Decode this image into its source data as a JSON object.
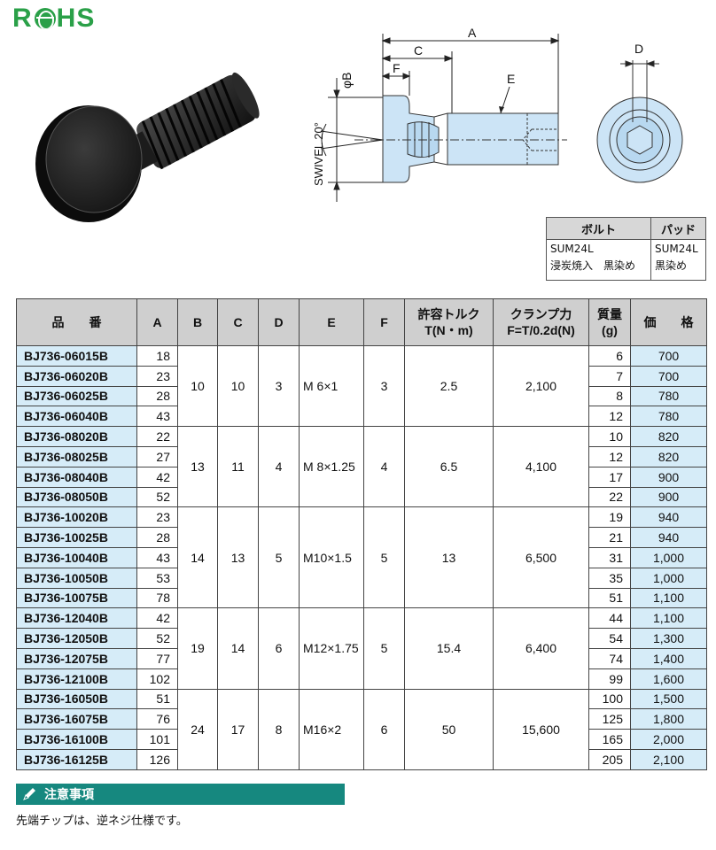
{
  "logo": {
    "text_left": "R",
    "text_right": "HS"
  },
  "drawing": {
    "dim_A": "A",
    "dim_C": "C",
    "dim_F": "F",
    "dim_E": "E",
    "dim_D": "D",
    "dim_B": "φB",
    "swivel": "SWIVEL 20°"
  },
  "material": {
    "headers": [
      "ボルト",
      "パッド"
    ],
    "bolt": [
      "SUM24L",
      "浸炭焼入　黒染め"
    ],
    "pad": [
      "SUM24L",
      "黒染め"
    ]
  },
  "spec": {
    "headers": {
      "part": "品　　番",
      "A": "A",
      "B": "B",
      "C": "C",
      "D": "D",
      "E": "E",
      "F": "F",
      "torque_1": "許容トルク",
      "torque_2": "T(N・m)",
      "clamp_1": "クランプ力",
      "clamp_2": "F=T/0.2d(N)",
      "mass_1": "質量",
      "mass_2": "(g)",
      "price": "価　　格"
    },
    "groups": [
      {
        "B": "10",
        "C": "10",
        "D": "3",
        "E": "M 6×1",
        "F": "3",
        "T": "2.5",
        "clamp": "2,100",
        "rows": [
          {
            "part": "BJ736-06015B",
            "A": "18",
            "mass": "6",
            "price": "700"
          },
          {
            "part": "BJ736-06020B",
            "A": "23",
            "mass": "7",
            "price": "700"
          },
          {
            "part": "BJ736-06025B",
            "A": "28",
            "mass": "8",
            "price": "780"
          },
          {
            "part": "BJ736-06040B",
            "A": "43",
            "mass": "12",
            "price": "780"
          }
        ]
      },
      {
        "B": "13",
        "C": "11",
        "D": "4",
        "E": "M 8×1.25",
        "F": "4",
        "T": "6.5",
        "clamp": "4,100",
        "rows": [
          {
            "part": "BJ736-08020B",
            "A": "22",
            "mass": "10",
            "price": "820"
          },
          {
            "part": "BJ736-08025B",
            "A": "27",
            "mass": "12",
            "price": "820"
          },
          {
            "part": "BJ736-08040B",
            "A": "42",
            "mass": "17",
            "price": "900"
          },
          {
            "part": "BJ736-08050B",
            "A": "52",
            "mass": "22",
            "price": "900"
          }
        ]
      },
      {
        "B": "14",
        "C": "13",
        "D": "5",
        "E": "M10×1.5",
        "F": "5",
        "T": "13",
        "clamp": "6,500",
        "rows": [
          {
            "part": "BJ736-10020B",
            "A": "23",
            "mass": "19",
            "price": "940"
          },
          {
            "part": "BJ736-10025B",
            "A": "28",
            "mass": "21",
            "price": "940"
          },
          {
            "part": "BJ736-10040B",
            "A": "43",
            "mass": "31",
            "price": "1,000"
          },
          {
            "part": "BJ736-10050B",
            "A": "53",
            "mass": "35",
            "price": "1,000"
          },
          {
            "part": "BJ736-10075B",
            "A": "78",
            "mass": "51",
            "price": "1,100"
          }
        ]
      },
      {
        "B": "19",
        "C": "14",
        "D": "6",
        "E": "M12×1.75",
        "F": "5",
        "T": "15.4",
        "clamp": "6,400",
        "rows": [
          {
            "part": "BJ736-12040B",
            "A": "42",
            "mass": "44",
            "price": "1,100"
          },
          {
            "part": "BJ736-12050B",
            "A": "52",
            "mass": "54",
            "price": "1,300"
          },
          {
            "part": "BJ736-12075B",
            "A": "77",
            "mass": "74",
            "price": "1,400"
          },
          {
            "part": "BJ736-12100B",
            "A": "102",
            "mass": "99",
            "price": "1,600"
          }
        ]
      },
      {
        "B": "24",
        "C": "17",
        "D": "8",
        "E": "M16×2",
        "F": "6",
        "T": "50",
        "clamp": "15,600",
        "rows": [
          {
            "part": "BJ736-16050B",
            "A": "51",
            "mass": "100",
            "price": "1,500"
          },
          {
            "part": "BJ736-16075B",
            "A": "76",
            "mass": "125",
            "price": "1,800"
          },
          {
            "part": "BJ736-16100B",
            "A": "101",
            "mass": "165",
            "price": "2,000"
          },
          {
            "part": "BJ736-16125B",
            "A": "126",
            "mass": "205",
            "price": "2,100"
          }
        ]
      }
    ]
  },
  "caution": {
    "title": "注意事項",
    "note": "先端チップは、逆ネジ仕様です。"
  },
  "colors": {
    "brand_green": "#2aa048",
    "caution_teal": "#16887f",
    "highlight_blue": "#d6ecf8",
    "drawing_fill": "#cce4f6"
  },
  "icons": {
    "caution": "pencil-icon"
  }
}
